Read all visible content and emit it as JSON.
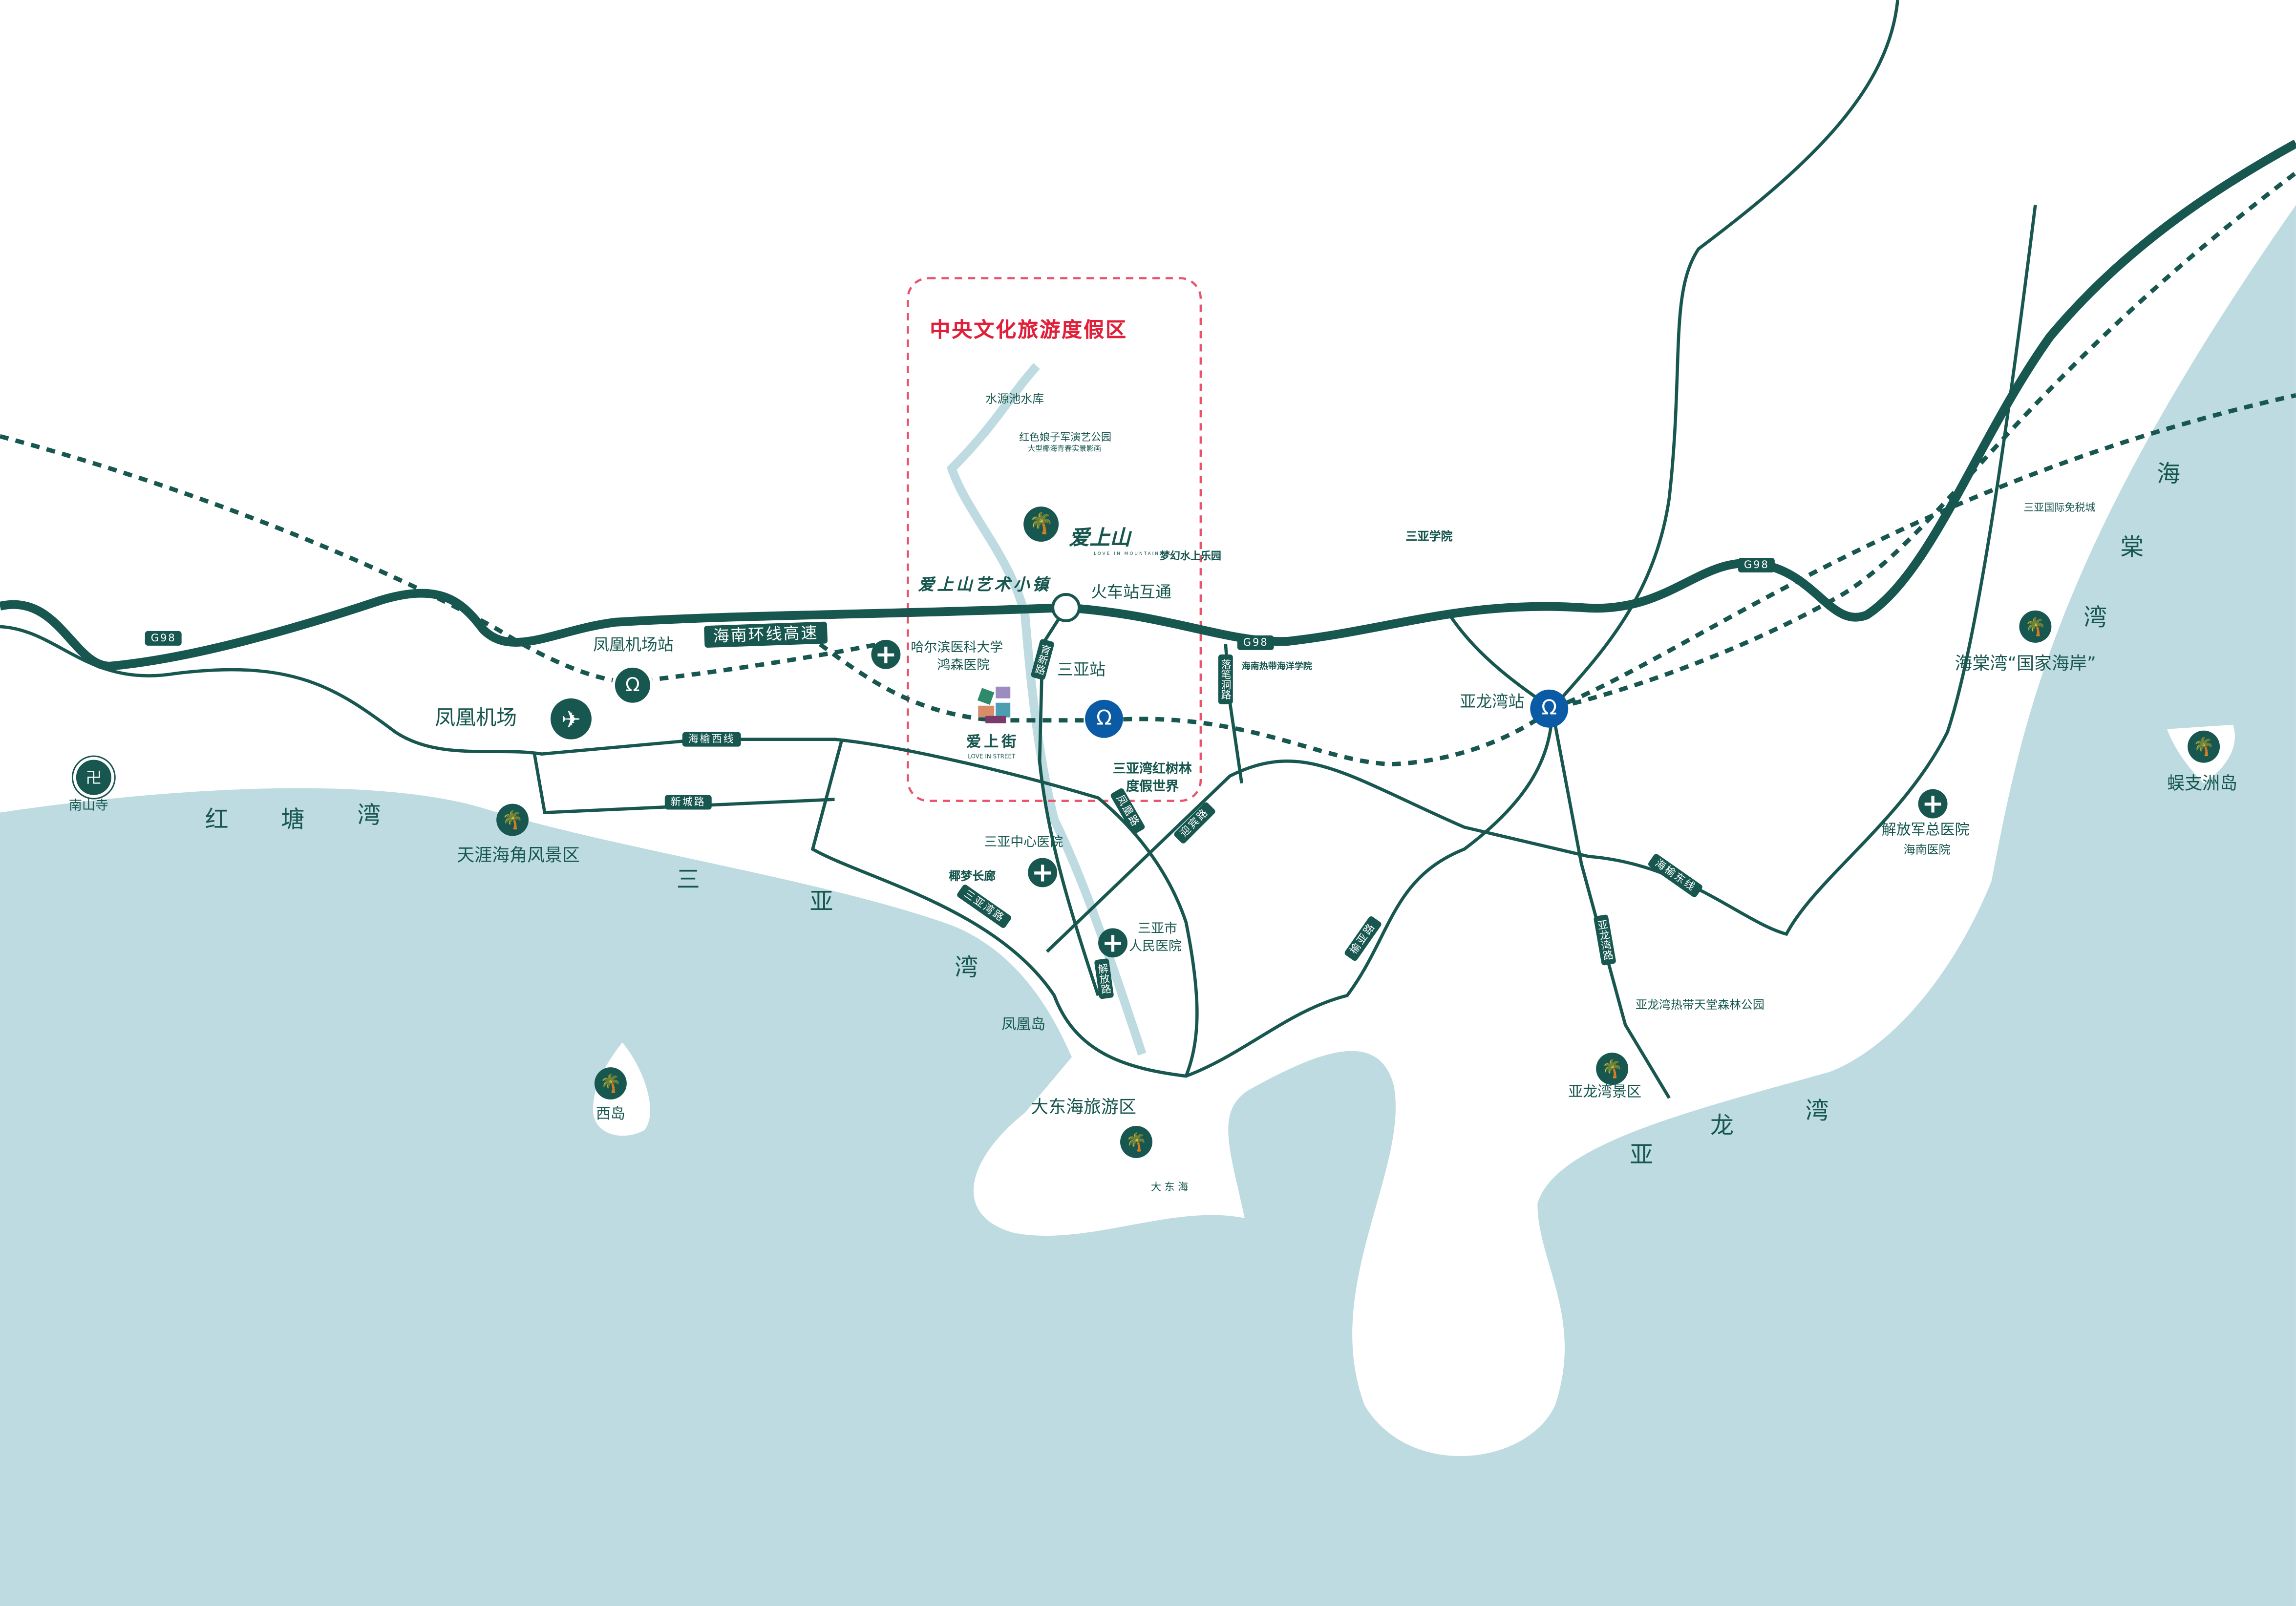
{
  "colors": {
    "road": "#17574f",
    "sea": "#bddbe0",
    "district_box": "#e8536a",
    "title": "#e0203a",
    "station_blue": "#0b5aa5"
  },
  "district": {
    "title": "中央文化旅游度假区"
  },
  "highway": {
    "code": "G98",
    "name": "海南环线高速"
  },
  "roads": {
    "haiyu_west": "海榆西线",
    "xincheng": "新城路",
    "yuxin": "育新路",
    "luobidong": "落笔洞路",
    "fenghuang": "凤凰路",
    "yingbin": "迎宾路",
    "sanyawan": "三亚湾路",
    "jiefang": "解放路",
    "yuya": "榆亚路",
    "haiyu_east": "海榆东线",
    "yalongwan": "亚龙湾路"
  },
  "stations": {
    "airport_station": "凤凰机场站",
    "sanya_station": "三亚站",
    "yalongwan_station": "亚龙湾站"
  },
  "places": {
    "reservoir": "水源池水库",
    "red_army_park": "红色娘子军演艺公园",
    "red_army_sub": "大型椰海青春实景影画",
    "love_mountain": "爱上山",
    "love_mountain_en": "LOVE IN MOUNTAIN",
    "art_town": "爱上山艺术小镇",
    "water_park": "梦幻水上乐园",
    "interchange": "火车站互通",
    "sanya_university": "三亚学院",
    "duty_free": "三亚国际免税城",
    "haitang_coast": "海棠湾“国家海岸”",
    "wuzhizhou": "蜈支洲岛",
    "harbin_hospital_1": "哈尔滨医科大学",
    "harbin_hospital_2": "鸿森医院",
    "tropical_ocean_univ": "海南热带海洋学院",
    "airport": "凤凰机场",
    "love_street": "爱上街",
    "love_street_en": "LOVE IN STREET",
    "mangrove_1": "三亚湾红树林",
    "mangrove_2": "度假世界",
    "nanshan": "南山寺",
    "tianya": "天涯海角风景区",
    "central_hospital": "三亚中心医院",
    "coconut_corridor": "椰梦长廊",
    "peoples_hospital_1": "三亚市",
    "peoples_hospital_2": "人民医院",
    "rainforest_park": "亚龙湾热带天堂森林公园",
    "pla_hospital_1": "解放军总医院",
    "pla_hospital_2": "海南医院",
    "phoenix_island": "凤凰岛",
    "dadonghai_area": "大东海旅游区",
    "dadonghai": "大 东 海",
    "yalongwan_area": "亚龙湾景区",
    "xidao": "西岛"
  },
  "bays": {
    "hongtang": [
      "红",
      "塘",
      "湾"
    ],
    "sanya": [
      "三",
      "亚",
      "湾"
    ],
    "yalong": [
      "亚",
      "龙",
      "湾"
    ],
    "haitang": [
      "海",
      "棠",
      "湾"
    ]
  },
  "icons": {
    "scenic": "palm-tree-icon",
    "hospital": "hospital-cross-icon",
    "station": "railway-station-icon",
    "airport": "airplane-icon",
    "temple": "temple-icon"
  }
}
